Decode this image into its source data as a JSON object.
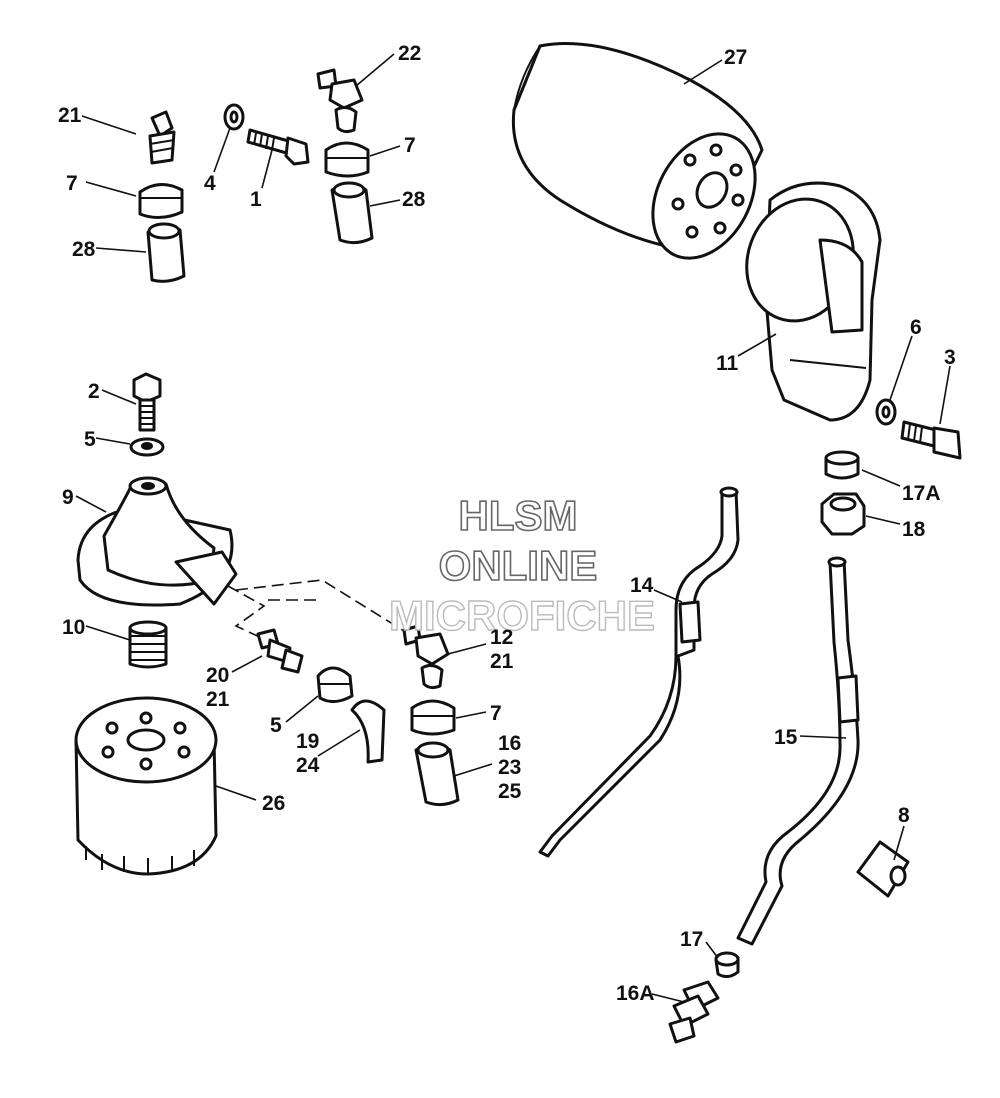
{
  "watermark": {
    "line1": "HLSM",
    "line2": "ONLINE",
    "line3": "MICROFICHE"
  },
  "callouts": {
    "c1": "1",
    "c2": "2",
    "c3": "3",
    "c4": "4",
    "c5a": "5",
    "c5b": "5",
    "c6": "6",
    "c7a": "7",
    "c7b": "7",
    "c7c": "7",
    "c8": "8",
    "c9": "9",
    "c10": "10",
    "c11": "11",
    "c12": "12",
    "c14": "14",
    "c15": "15",
    "c16": "16",
    "c16a": "16A",
    "c17": "17",
    "c17a": "17A",
    "c18": "18",
    "c19": "19",
    "c20": "20",
    "c21a": "21",
    "c21b": "21",
    "c21c": "21",
    "c22": "22",
    "c23": "23",
    "c24": "24",
    "c25": "25",
    "c26": "26",
    "c27": "27",
    "c28a": "28",
    "c28b": "28"
  }
}
